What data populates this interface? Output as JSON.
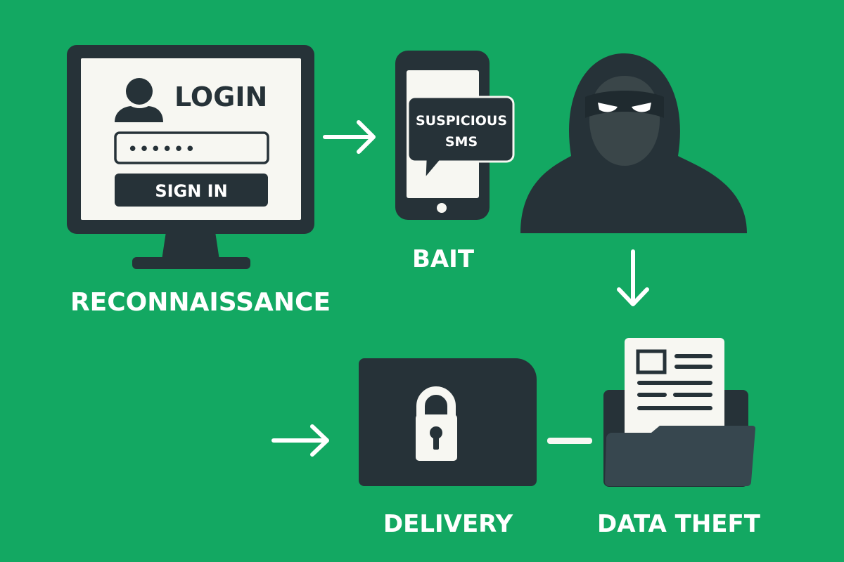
{
  "colors": {
    "background": "#13a862",
    "dark": "#263238",
    "light": "#f7f7f2",
    "folder_front": "#37474f",
    "mask": "#3a4649"
  },
  "stages": {
    "reconnaissance": "RECONNAISSANCE",
    "bait": "BAIT",
    "delivery": "DELIVERY",
    "data_theft": "DATA THEFT"
  },
  "login_screen": {
    "title": "LOGIN",
    "password_mask": "••••••",
    "button": "SIGN IN"
  },
  "sms_bubble": {
    "line1": "SUSPICIOUS",
    "line2": "SMS"
  }
}
